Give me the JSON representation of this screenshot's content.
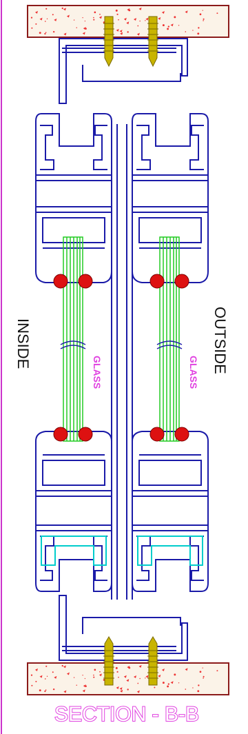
{
  "labels": {
    "inside": "INSIDE",
    "outside": "OUTSIDE",
    "glass_left": "GLASS",
    "glass_right": "GLASS",
    "section_title": "SECTION - B-B"
  },
  "colors": {
    "profile": "#1a1aa8",
    "glass": "#22cc22",
    "gasket": "#dd1111",
    "masonry_border": "#8b1a1a",
    "masonry_fill": "#fbf3e8",
    "screw": "#c8b400",
    "glass_label": "#e040e0",
    "title": "#e040e0",
    "side_text": "#111111",
    "guide": "#00cccc",
    "border_line": "#cc33cc"
  },
  "icons": [
    "screw-icon",
    "gasket-icon"
  ]
}
